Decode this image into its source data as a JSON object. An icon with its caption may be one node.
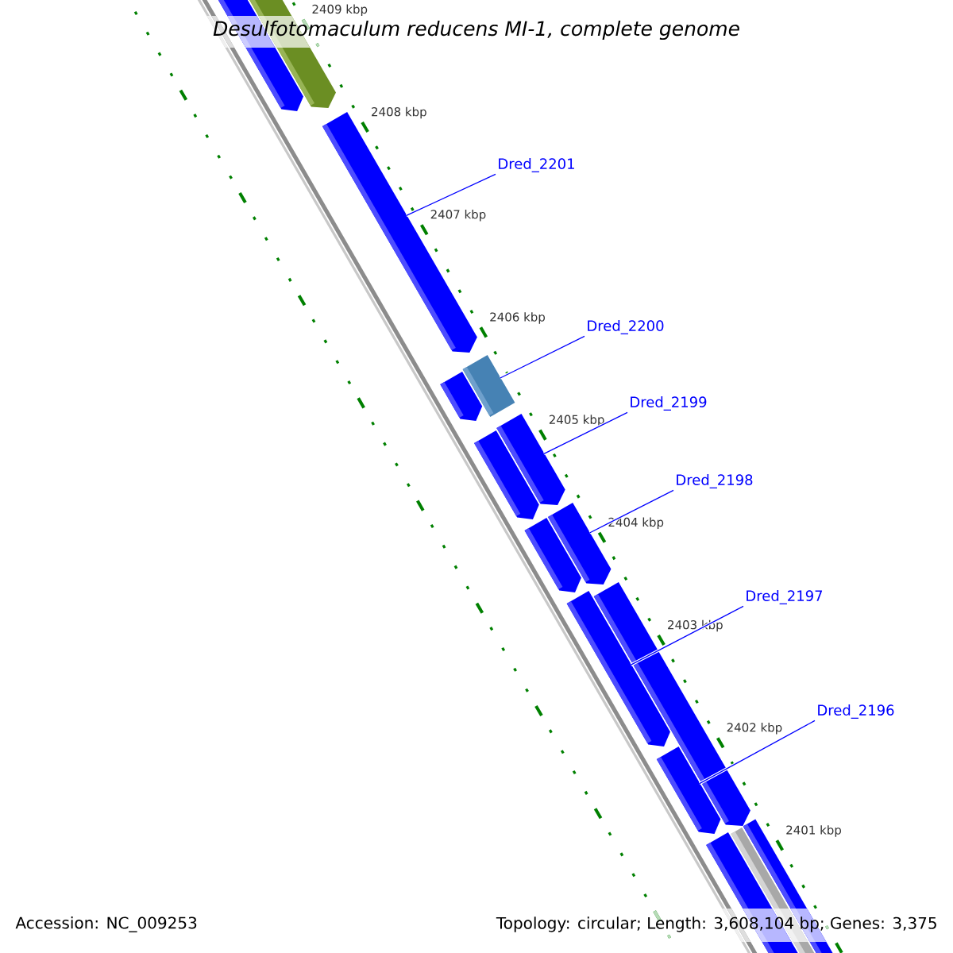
{
  "diagram": {
    "title": "Desulfotomaculum reducens MI-1, complete genome",
    "nodes": [
      {
        "text": [
          "Dred_2201"
        ]
      },
      {
        "text": [
          "Dred_2200"
        ]
      },
      {
        "text": [
          "Dred_2199"
        ]
      },
      {
        "text": [
          "Dred_2198"
        ]
      },
      {
        "text": [
          "Dred_2197"
        ]
      },
      {
        "text": [
          "Dred_2196"
        ]
      },
      {
        "text": [],
        "shape": "bar"
      },
      {
        "text": [],
        "shape": "bar"
      },
      {
        "text": [],
        "shape": "bar"
      },
      {
        "text": [],
        "shape": "bar"
      },
      {
        "text": [],
        "shape": "bar"
      },
      {
        "text": [],
        "shape": "bar"
      },
      {
        "text": [],
        "shape": "bar"
      },
      {
        "text": [],
        "shape": "bar"
      },
      {
        "text": [],
        "shape": "bar"
      },
      {
        "text": [],
        "shape": "bar"
      },
      {
        "text": [],
        "shape": "bar"
      },
      {
        "text": [],
        "shape": "bar"
      },
      {
        "text": [],
        "shape": "bar"
      },
      {
        "text": [],
        "shape": "bar"
      },
      {
        "text": [],
        "shape": "bar"
      }
    ],
    "edges": [
      {
        "from": 0,
        "to": 8,
        "arrow": "none"
      },
      {
        "from": 1,
        "to": 9,
        "arrow": "none"
      },
      {
        "from": 2,
        "to": 11,
        "arrow": "none"
      },
      {
        "from": 3,
        "to": 13,
        "arrow": "none"
      },
      {
        "from": 4,
        "to": 16,
        "arrow": "none"
      },
      {
        "from": 5,
        "to": 17,
        "arrow": "none"
      }
    ],
    "labels": [
      "2409 kbp",
      "2408 kbp",
      "2407 kbp",
      "2406 kbp",
      "2405 kbp",
      "2404 kbp",
      "2403 kbp",
      "2402 kbp",
      "2401 kbp",
      "Accession: NC_009253",
      "Topology: circular; Length: 3,608,104 bp; Genes: 3,375"
    ]
  }
}
